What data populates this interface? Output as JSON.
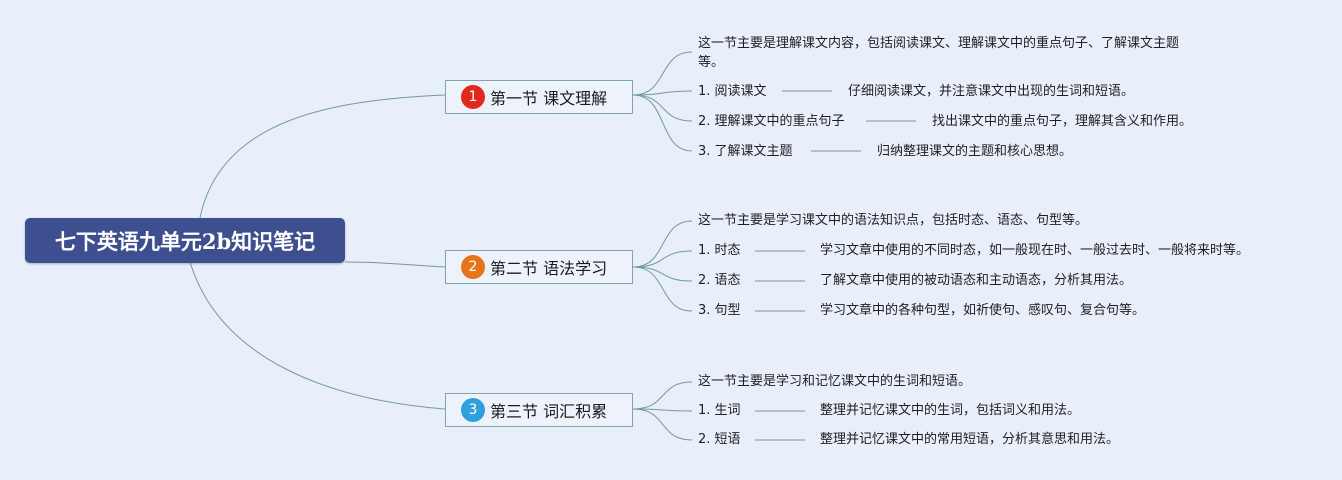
{
  "root": {
    "title": "七下英语九单元2b知识笔记"
  },
  "colors": {
    "link": "#6f9c9b",
    "root_bg": "#3d4f8e",
    "background": "#e8eefa"
  },
  "sections": [
    {
      "number": "1",
      "badge_color": "#e0281c",
      "title": "第一节 课文理解",
      "intro": "这一节主要是理解课文内容，包括阅读课文、理解课文中的重点句子、了解课文主题等。",
      "items": [
        {
          "label": "1. 阅读课文",
          "detail": "仔细阅读课文，并注意课文中出现的生词和短语。"
        },
        {
          "label": "2. 理解课文中的重点句子",
          "detail": "找出课文中的重点句子，理解其含义和作用。"
        },
        {
          "label": "3. 了解课文主题",
          "detail": "归纳整理课文的主题和核心思想。"
        }
      ]
    },
    {
      "number": "2",
      "badge_color": "#e8741a",
      "title": "第二节 语法学习",
      "intro": "这一节主要是学习课文中的语法知识点，包括时态、语态、句型等。",
      "items": [
        {
          "label": "1. 时态",
          "detail": "学习文章中使用的不同时态，如一般现在时、一般过去时、一般将来时等。"
        },
        {
          "label": "2. 语态",
          "detail": "了解文章中使用的被动语态和主动语态，分析其用法。"
        },
        {
          "label": "3. 句型",
          "detail": "学习文章中的各种句型，如祈使句、感叹句、复合句等。"
        }
      ]
    },
    {
      "number": "3",
      "badge_color": "#2ea0dc",
      "title": "第三节 词汇积累",
      "intro": "这一节主要是学习和记忆课文中的生词和短语。",
      "items": [
        {
          "label": "1. 生词",
          "detail": "整理并记忆课文中的生词，包括词义和用法。"
        },
        {
          "label": "2. 短语",
          "detail": "整理并记忆课文中的常用短语，分析其意思和用法。"
        }
      ]
    }
  ]
}
